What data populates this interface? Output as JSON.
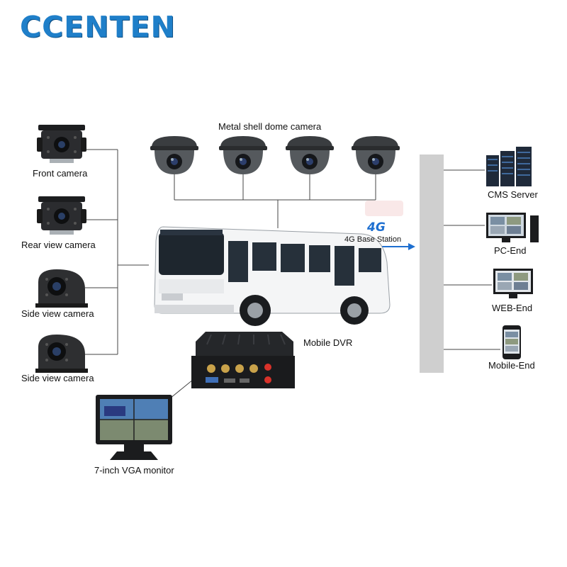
{
  "brand": "CCENTEN",
  "dome_cameras": {
    "label": "Metal shell dome camera",
    "count": 4
  },
  "left_cameras": [
    {
      "label": "Front camera"
    },
    {
      "label": "Rear view camera"
    },
    {
      "label": "Side view camera"
    },
    {
      "label": "Side view camera"
    }
  ],
  "dvr": {
    "label": "Mobile DVR"
  },
  "monitor": {
    "label": "7-inch VGA monitor"
  },
  "network": {
    "tag": "4G",
    "label": "4G Base Station"
  },
  "endpoints": [
    {
      "label": "CMS Server"
    },
    {
      "label": "PC-End"
    },
    {
      "label": "WEB-End"
    },
    {
      "label": "Mobile-End"
    }
  ]
}
